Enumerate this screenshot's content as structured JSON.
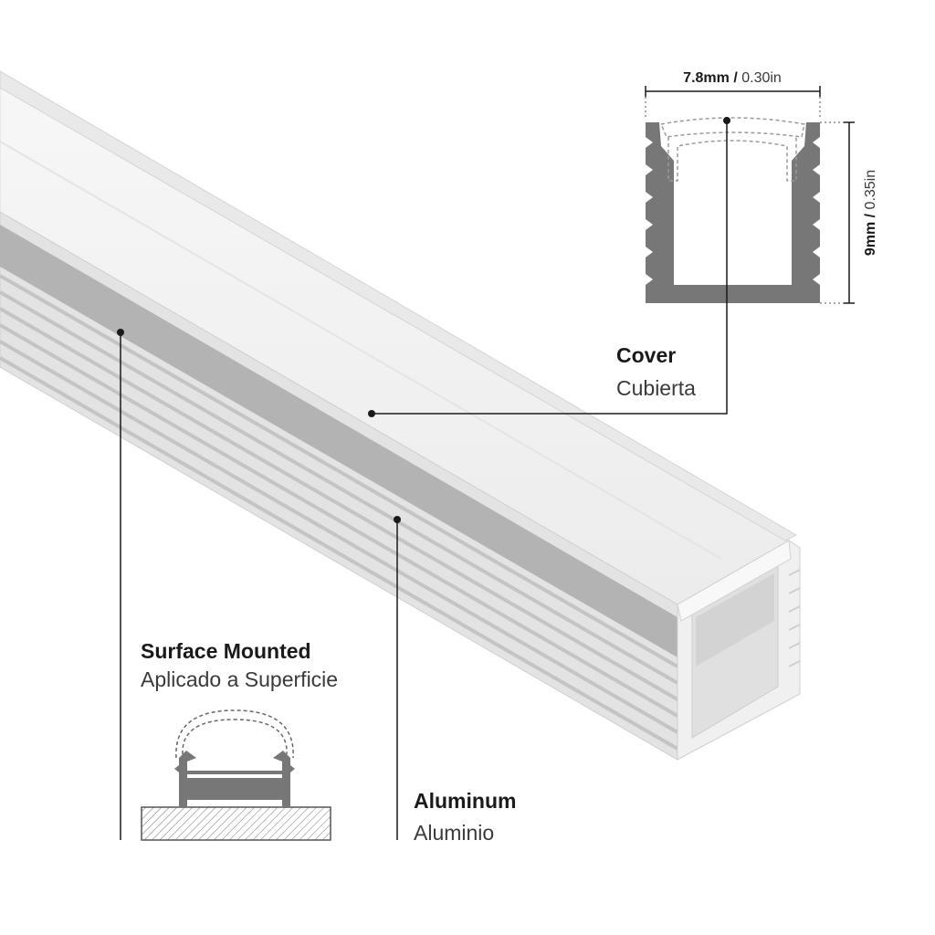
{
  "labels": {
    "cover": {
      "title": "Cover",
      "subtitle": "Cubierta"
    },
    "aluminum": {
      "title": "Aluminum",
      "subtitle": "Aluminio"
    },
    "surface_mounted": {
      "title": "Surface Mounted",
      "subtitle": "Aplicado a Superficie"
    }
  },
  "dimensions": {
    "width": {
      "metric": "7.8mm",
      "separator": " / ",
      "imperial": "0.30in"
    },
    "height": {
      "metric": "9mm",
      "separator": " / ",
      "imperial": "0.35in"
    }
  },
  "colors": {
    "aluminum_face": "#b3b3b3",
    "aluminum_light": "#e6e6e6",
    "cover": "#f2f2f2",
    "section_fill": "#777777",
    "leader": "#1a1a1a"
  }
}
